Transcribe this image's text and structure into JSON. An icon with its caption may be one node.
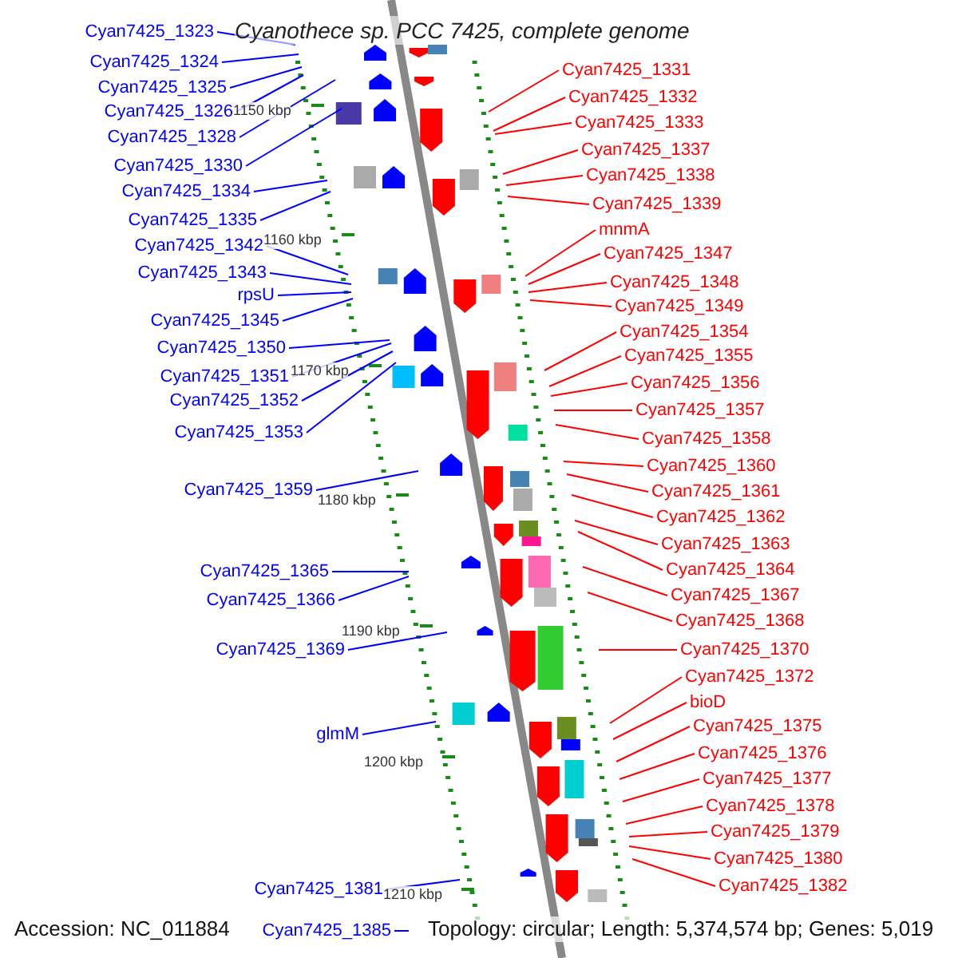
{
  "diagram": {
    "title": "Cyanothece sp. PCC 7425, complete genome",
    "nodes": [
      {
        "text": [
          "Cyan7425_1323"
        ]
      },
      {
        "text": [
          "Cyan7425_1324"
        ]
      },
      {
        "text": [
          "Cyan7425_1325"
        ]
      },
      {
        "text": [
          "Cyan7425_1326"
        ]
      },
      {
        "text": [
          "Cyan7425_1328"
        ]
      },
      {
        "text": [
          "Cyan7425_1330"
        ]
      },
      {
        "text": [
          "Cyan7425_1334"
        ]
      },
      {
        "text": [
          "Cyan7425_1335"
        ]
      },
      {
        "text": [
          "Cyan7425_1342"
        ]
      },
      {
        "text": [
          "Cyan7425_1343"
        ]
      },
      {
        "text": [
          "rpsU"
        ]
      },
      {
        "text": [
          "Cyan7425_1345"
        ]
      },
      {
        "text": [
          "Cyan7425_1350"
        ]
      },
      {
        "text": [
          "Cyan7425_1351"
        ]
      },
      {
        "text": [
          "Cyan7425_1352"
        ]
      },
      {
        "text": [
          "Cyan7425_1353"
        ]
      },
      {
        "text": [
          "Cyan7425_1359"
        ]
      },
      {
        "text": [
          "Cyan7425_1365"
        ]
      },
      {
        "text": [
          "Cyan7425_1366"
        ]
      },
      {
        "text": [
          "Cyan7425_1369"
        ]
      },
      {
        "text": [
          "glmM"
        ]
      },
      {
        "text": [
          "Cyan7425_1381"
        ]
      },
      {
        "text": [
          "Cyan7425_1385"
        ]
      },
      {
        "text": [
          "Cyan7425_1331"
        ]
      },
      {
        "text": [
          "Cyan7425_1332"
        ]
      },
      {
        "text": [
          "Cyan7425_1333"
        ]
      },
      {
        "text": [
          "Cyan7425_1337"
        ]
      },
      {
        "text": [
          "Cyan7425_1338"
        ]
      },
      {
        "text": [
          "Cyan7425_1339"
        ]
      },
      {
        "text": [
          "mnmA"
        ]
      },
      {
        "text": [
          "Cyan7425_1347"
        ]
      },
      {
        "text": [
          "Cyan7425_1348"
        ]
      },
      {
        "text": [
          "Cyan7425_1349"
        ]
      },
      {
        "text": [
          "Cyan7425_1354"
        ]
      },
      {
        "text": [
          "Cyan7425_1355"
        ]
      },
      {
        "text": [
          "Cyan7425_1356"
        ]
      },
      {
        "text": [
          "Cyan7425_1357"
        ]
      },
      {
        "text": [
          "Cyan7425_1358"
        ]
      },
      {
        "text": [
          "Cyan7425_1360"
        ]
      },
      {
        "text": [
          "Cyan7425_1361"
        ]
      },
      {
        "text": [
          "Cyan7425_1362"
        ]
      },
      {
        "text": [
          "Cyan7425_1363"
        ]
      },
      {
        "text": [
          "Cyan7425_1364"
        ]
      },
      {
        "text": [
          "Cyan7425_1367"
        ]
      },
      {
        "text": [
          "Cyan7425_1368"
        ]
      },
      {
        "text": [
          "Cyan7425_1370"
        ]
      },
      {
        "text": [
          "Cyan7425_1372"
        ]
      },
      {
        "text": [
          "bioD"
        ]
      },
      {
        "text": [
          "Cyan7425_1375"
        ]
      },
      {
        "text": [
          "Cyan7425_1376"
        ]
      },
      {
        "text": [
          "Cyan7425_1377"
        ]
      },
      {
        "text": [
          "Cyan7425_1378"
        ]
      },
      {
        "text": [
          "Cyan7425_1379"
        ]
      },
      {
        "text": [
          "Cyan7425_1380"
        ]
      },
      {
        "text": [
          "Cyan7425_1382"
        ]
      }
    ],
    "edges": [
      {
        "from": 0,
        "to": null,
        "arrow": "none",
        "color": "#0000ff"
      },
      {
        "from": 1,
        "to": null,
        "arrow": "none",
        "color": "#0000ff"
      },
      {
        "from": 2,
        "to": null,
        "arrow": "none",
        "color": "#0000ff"
      },
      {
        "from": 3,
        "to": null,
        "arrow": "none",
        "color": "#0000ff"
      },
      {
        "from": 4,
        "to": null,
        "arrow": "none",
        "color": "#0000ff"
      },
      {
        "from": 5,
        "to": null,
        "arrow": "none",
        "color": "#0000ff"
      },
      {
        "from": 6,
        "to": null,
        "arrow": "none",
        "color": "#0000ff"
      },
      {
        "from": 7,
        "to": null,
        "arrow": "none",
        "color": "#0000ff"
      },
      {
        "from": 8,
        "to": null,
        "arrow": "none",
        "color": "#0000ff"
      },
      {
        "from": 9,
        "to": null,
        "arrow": "none",
        "color": "#0000ff"
      },
      {
        "from": 10,
        "to": null,
        "arrow": "none",
        "color": "#0000ff"
      },
      {
        "from": 11,
        "to": null,
        "arrow": "none",
        "color": "#0000ff"
      },
      {
        "from": 12,
        "to": null,
        "arrow": "none",
        "color": "#0000ff"
      },
      {
        "from": 13,
        "to": null,
        "arrow": "none",
        "color": "#0000ff"
      },
      {
        "from": 14,
        "to": null,
        "arrow": "none",
        "color": "#0000ff"
      },
      {
        "from": 15,
        "to": null,
        "arrow": "none",
        "color": "#0000ff"
      },
      {
        "from": 16,
        "to": null,
        "arrow": "none",
        "color": "#0000ff"
      },
      {
        "from": 17,
        "to": null,
        "arrow": "none",
        "color": "#0000ff"
      },
      {
        "from": 18,
        "to": null,
        "arrow": "none",
        "color": "#0000ff"
      },
      {
        "from": 19,
        "to": null,
        "arrow": "none",
        "color": "#0000ff"
      },
      {
        "from": 20,
        "to": null,
        "arrow": "none",
        "color": "#0000ff"
      },
      {
        "from": 21,
        "to": null,
        "arrow": "none",
        "color": "#0000ff"
      },
      {
        "from": 22,
        "to": null,
        "arrow": "none",
        "color": "#0000ff"
      },
      {
        "from": 23,
        "to": null,
        "arrow": "none"
      },
      {
        "from": 24,
        "to": null,
        "arrow": "none"
      },
      {
        "from": 25,
        "to": null,
        "arrow": "none"
      },
      {
        "from": 26,
        "to": null,
        "arrow": "none"
      },
      {
        "from": 27,
        "to": null,
        "arrow": "none"
      },
      {
        "from": 28,
        "to": null,
        "arrow": "none"
      },
      {
        "from": 29,
        "to": null,
        "arrow": "none"
      },
      {
        "from": 30,
        "to": null,
        "arrow": "none"
      },
      {
        "from": 31,
        "to": null,
        "arrow": "none"
      },
      {
        "from": 32,
        "to": null,
        "arrow": "none"
      },
      {
        "from": 33,
        "to": null,
        "arrow": "none"
      },
      {
        "from": 34,
        "to": null,
        "arrow": "none"
      },
      {
        "from": 35,
        "to": null,
        "arrow": "none"
      },
      {
        "from": 36,
        "to": null,
        "arrow": "none"
      },
      {
        "from": 37,
        "to": null,
        "arrow": "none"
      },
      {
        "from": 38,
        "to": null,
        "arrow": "none"
      },
      {
        "from": 39,
        "to": null,
        "arrow": "none"
      },
      {
        "from": 40,
        "to": null,
        "arrow": "none"
      },
      {
        "from": 41,
        "to": null,
        "arrow": "none"
      },
      {
        "from": 42,
        "to": null,
        "arrow": "none"
      },
      {
        "from": 43,
        "to": null,
        "arrow": "none"
      },
      {
        "from": 44,
        "to": null,
        "arrow": "none"
      },
      {
        "from": 45,
        "to": null,
        "arrow": "none"
      },
      {
        "from": 46,
        "to": null,
        "arrow": "none"
      },
      {
        "from": 47,
        "to": null,
        "arrow": "none"
      },
      {
        "from": 48,
        "to": null,
        "arrow": "none"
      },
      {
        "from": 49,
        "to": null,
        "arrow": "none"
      },
      {
        "from": 50,
        "to": null,
        "arrow": "none"
      },
      {
        "from": 51,
        "to": null,
        "arrow": "none"
      },
      {
        "from": 52,
        "to": null,
        "arrow": "none"
      },
      {
        "from": 53,
        "to": null,
        "arrow": "none"
      },
      {
        "from": 54,
        "to": null,
        "arrow": "none"
      }
    ],
    "labels": [
      "1150 kbp",
      "1160 kbp",
      "1170 kbp",
      "1180 kbp",
      "1190 kbp",
      "1200 kbp",
      "1210 kbp",
      "Accession: NC_011884",
      "Topology: circular; Length: 5,374,574 bp; Genes: 5,019"
    ]
  }
}
